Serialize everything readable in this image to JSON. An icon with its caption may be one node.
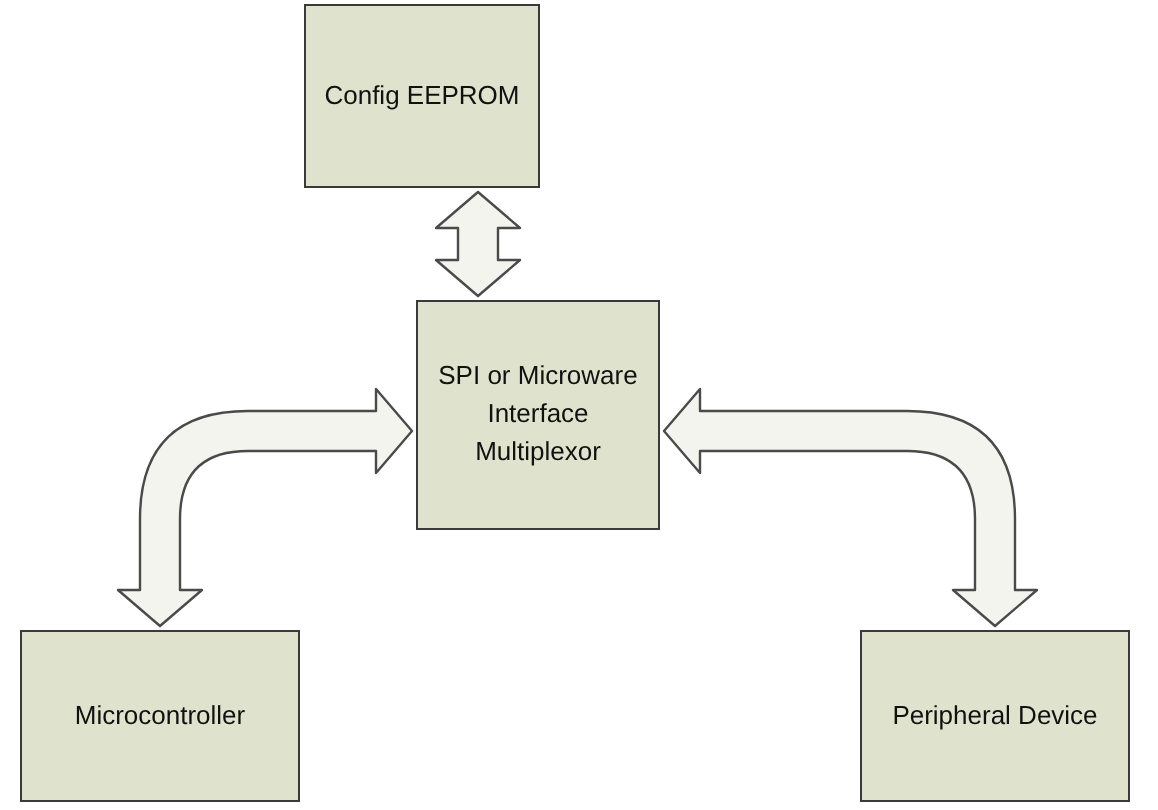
{
  "diagram": {
    "nodes": [
      {
        "text": [
          "Config EEPROM"
        ]
      },
      {
        "text": [
          "SPI or Microware Interface Multiplexor"
        ]
      },
      {
        "text": [
          "Microcontroller"
        ]
      },
      {
        "text": [
          "Peripheral Device"
        ]
      }
    ],
    "edges": [
      {
        "from": 0,
        "to": 1,
        "arrow": "both"
      },
      {
        "from": 2,
        "to": 1,
        "arrow": "both"
      },
      {
        "from": 1,
        "to": 3,
        "arrow": "both"
      }
    ]
  }
}
